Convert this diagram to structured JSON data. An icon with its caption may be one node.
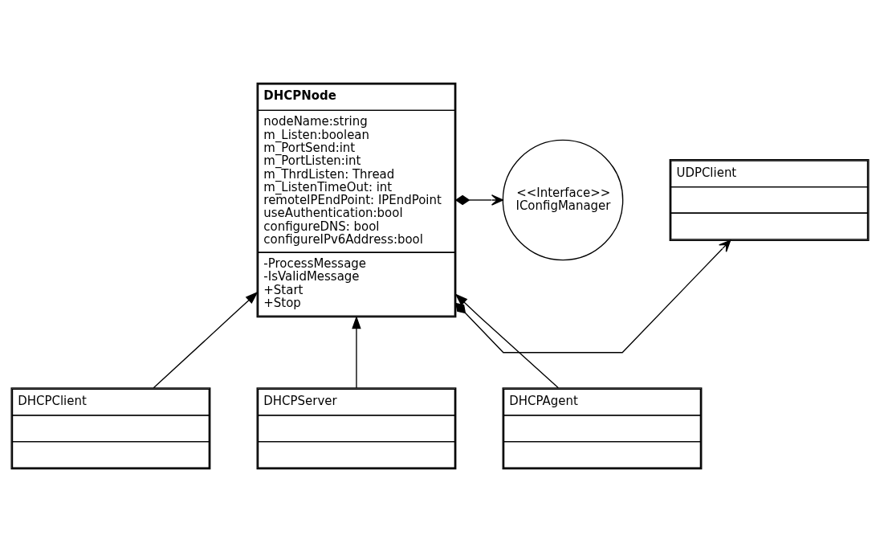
{
  "diagram": {
    "nodes": [
      {
        "text": [
          "DHCPNode",
          "nodeName:string",
          "m_Listen:boolean",
          "m_PortSend:int",
          "m_PortListen:int",
          "m_ThrdListen: Thread",
          "m_ListenTimeOut: int",
          "remoteIPEndPoint: IPEndPoint",
          "useAuthentication:bool",
          "configureDNS: bool",
          "configureIPv6Address:bool",
          "-ProcessMessage",
          "-IsValidMessage",
          "+Start",
          "+Stop"
        ]
      },
      {
        "text": [
          "<<Interface>>",
          "IConfigManager"
        ]
      },
      {
        "text": [
          "UDPClient"
        ]
      },
      {
        "text": [
          "DHCPClient"
        ]
      },
      {
        "text": [
          "DHCPServer"
        ]
      },
      {
        "text": [
          "DHCPAgent"
        ]
      }
    ],
    "edges": [
      {
        "from": 0,
        "to": 1,
        "arrow": "to"
      },
      {
        "from": 0,
        "to": 2,
        "arrow": "to"
      },
      {
        "from": 3,
        "to": 0,
        "arrow": "to"
      },
      {
        "from": 4,
        "to": 0,
        "arrow": "to"
      },
      {
        "from": 5,
        "to": 0,
        "arrow": "to"
      }
    ]
  }
}
